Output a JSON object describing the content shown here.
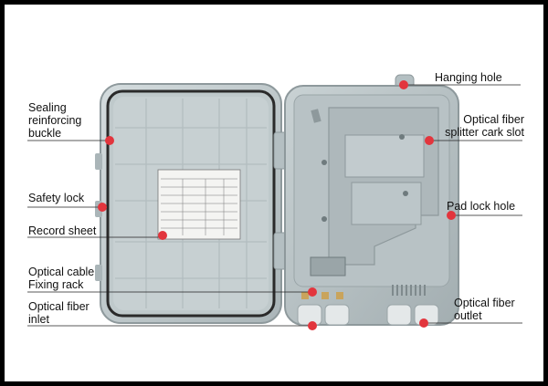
{
  "labels": {
    "hanging_hole": "Hanging hole",
    "sealing_reinforcing_buckle": [
      "Sealing",
      "reinforcing",
      "buckle"
    ],
    "optical_fiber_splitter_slot": [
      "Optical fiber",
      "splitter cark slot"
    ],
    "safety_lock": "Safety lock",
    "pad_lock_hole": "Pad lock hole",
    "record_sheet": "Record sheet",
    "optical_cable_fixing_rack": [
      "Optical cable",
      "Fixing rack"
    ],
    "optical_fiber_inlet": [
      "Optical fiber",
      "inlet"
    ],
    "optical_fiber_outlet": [
      "Optical fiber",
      "outlet"
    ]
  },
  "colors": {
    "marker": "#e2353d",
    "enclosure": "#b9c3c6",
    "enclosure_dark": "#8e999c",
    "frame": "#000000"
  }
}
